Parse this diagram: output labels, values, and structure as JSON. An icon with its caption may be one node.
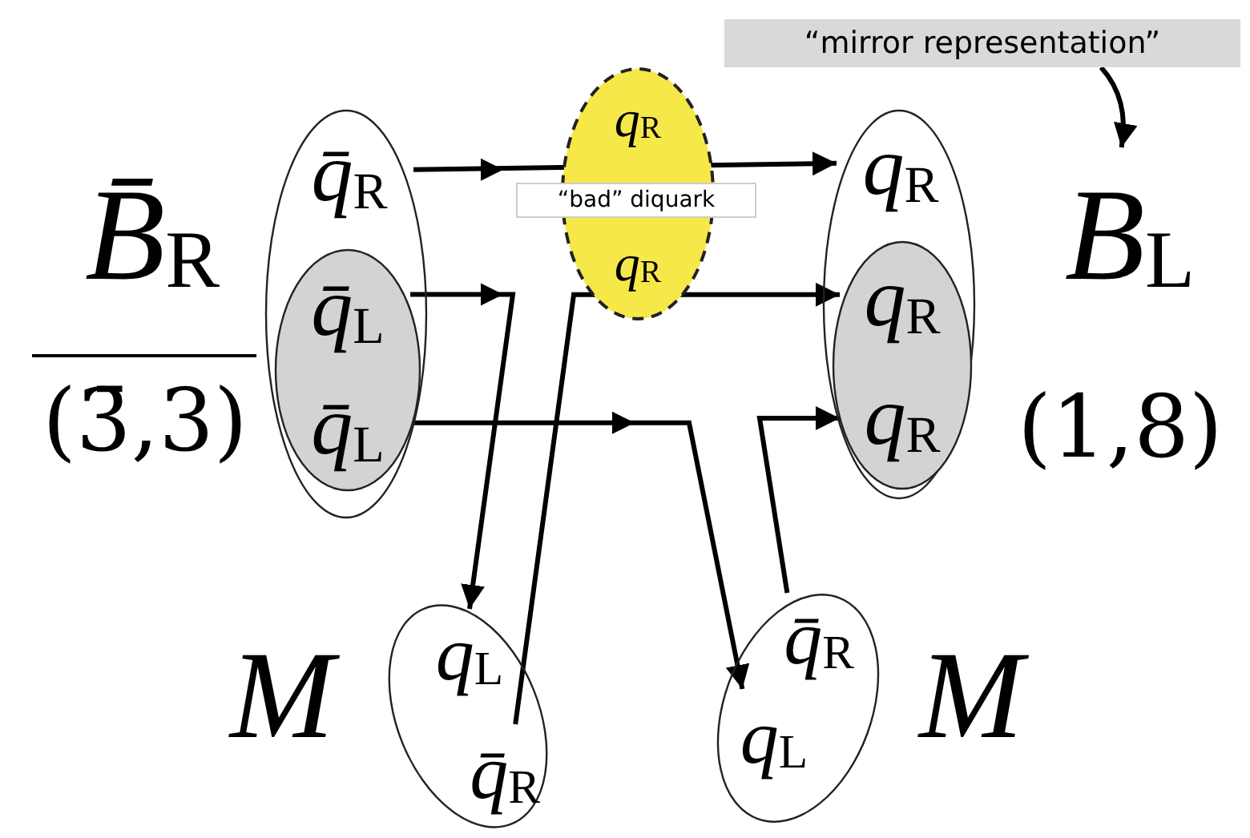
{
  "diagram": {
    "nodes": [
      {
        "text": [],
        "shape": "ellipse",
        "beside": [
          "*B̄*$_{R}$",
          "(3̄,3)"
        ]
      },
      {
        "text": [
          "*q̄*$_{R}$"
        ],
        "in": 0
      },
      {
        "text": [],
        "shape": "ellipse",
        "in": 0
      },
      {
        "text": [
          "*q̄*$_{L}$"
        ],
        "in": 2
      },
      {
        "text": [
          "*q̄*$_{L}$"
        ],
        "in": 2
      },
      {
        "text": [],
        "shape": "ellipse"
      },
      {
        "text": [
          "*q*$_{R}$"
        ],
        "in": 5
      },
      {
        "text": [
          "*q*$_{R}$"
        ],
        "in": 5
      },
      {
        "text": [],
        "shape": "ellipse",
        "beside": [
          "*B*$_{L}$",
          "(1,8)"
        ]
      },
      {
        "text": [
          "*q*$_{R}$"
        ],
        "in": 8
      },
      {
        "text": [],
        "shape": "ellipse",
        "in": 8
      },
      {
        "text": [
          "*q*$_{R}$"
        ],
        "in": 10
      },
      {
        "text": [
          "*q*$_{R}$"
        ],
        "in": 10
      },
      {
        "text": [],
        "shape": "ellipse",
        "beside": [
          "*M*"
        ]
      },
      {
        "text": [
          "*q*$_{L}$"
        ],
        "in": 13
      },
      {
        "text": [
          "*q̄*$_{R}$"
        ],
        "in": 13
      },
      {
        "text": [],
        "shape": "ellipse",
        "beside": [
          "*M*"
        ]
      },
      {
        "text": [
          "*q̄*$_{R}$"
        ],
        "in": 16
      },
      {
        "text": [
          "*q*$_{L}$"
        ],
        "in": 16
      },
      {
        "text": [
          "“mirror representation”"
        ]
      }
    ],
    "edges": [
      {
        "from": 1,
        "to": 9,
        "arrow": "to"
      },
      {
        "from": 3,
        "to": 14,
        "arrow": "to"
      },
      {
        "from": 4,
        "to": 18,
        "arrow": "to"
      },
      {
        "from": 15,
        "to": 11,
        "arrow": "to"
      },
      {
        "from": 17,
        "to": 12,
        "arrow": "to"
      },
      {
        "from": 19,
        "to": 8,
        "arrow": "to"
      }
    ],
    "labels": [
      "“bad” diquark"
    ]
  }
}
